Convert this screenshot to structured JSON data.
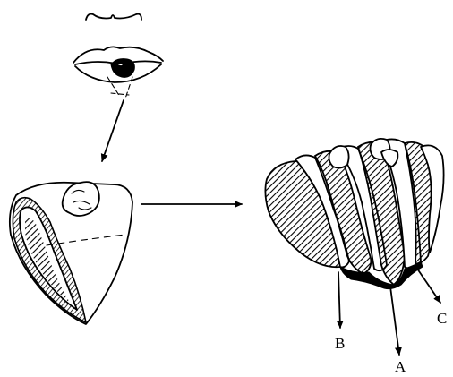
{
  "labels": {
    "a": "A",
    "b": "B",
    "c": "C"
  },
  "colors": {
    "ink": "#000000",
    "background": "#ffffff"
  }
}
